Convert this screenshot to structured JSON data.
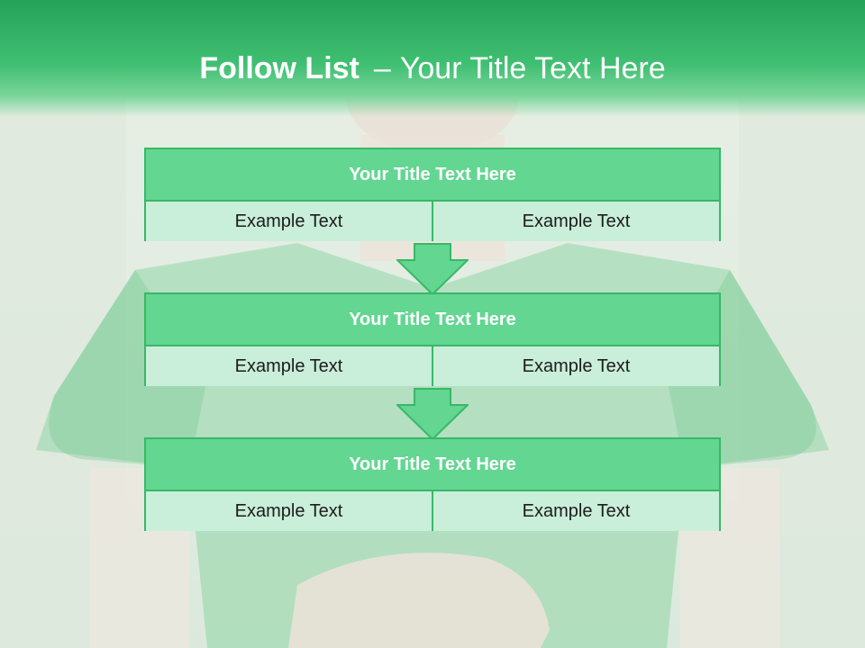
{
  "header": {
    "title_bold": "Follow List",
    "title_dash": "–",
    "title_rest": "Your Title Text Here"
  },
  "blocks": [
    {
      "title": "Your Title Text Here",
      "cells": [
        "Example Text",
        "Example Text"
      ]
    },
    {
      "title": "Your Title Text Here",
      "cells": [
        "Example Text",
        "Example Text"
      ]
    },
    {
      "title": "Your Title Text Here",
      "cells": [
        "Example Text",
        "Example Text"
      ]
    }
  ],
  "colors": {
    "header": "#3fbf72",
    "box_title": "#63d692",
    "box_cell": "#c9eeda",
    "border": "#38b866"
  }
}
